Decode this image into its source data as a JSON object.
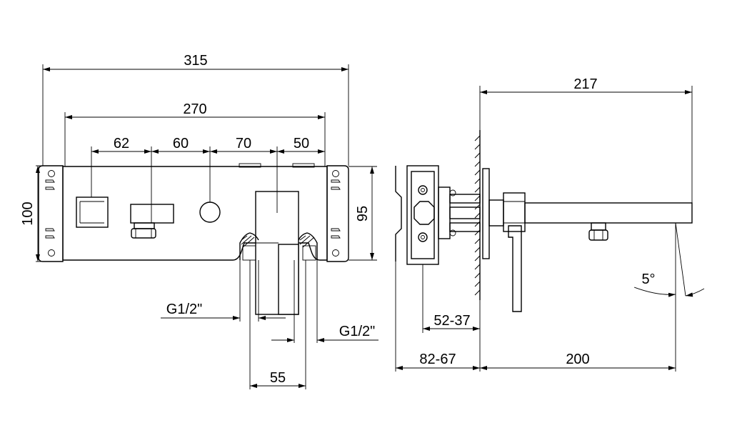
{
  "dimensions": {
    "overall_width": "315",
    "plate_width": "270",
    "spacing_1": "62",
    "spacing_2": "60",
    "spacing_3": "70",
    "spacing_4": "50",
    "overall_height": "100",
    "plate_height": "95",
    "thread_left": "G1/2\"",
    "thread_right": "G1/2\"",
    "inlet_spacing": "55",
    "spout_length_total": "217",
    "wall_depth_inner": "52-37",
    "wall_depth_outer": "82-67",
    "spout_projection": "200",
    "spout_angle": "5°"
  }
}
